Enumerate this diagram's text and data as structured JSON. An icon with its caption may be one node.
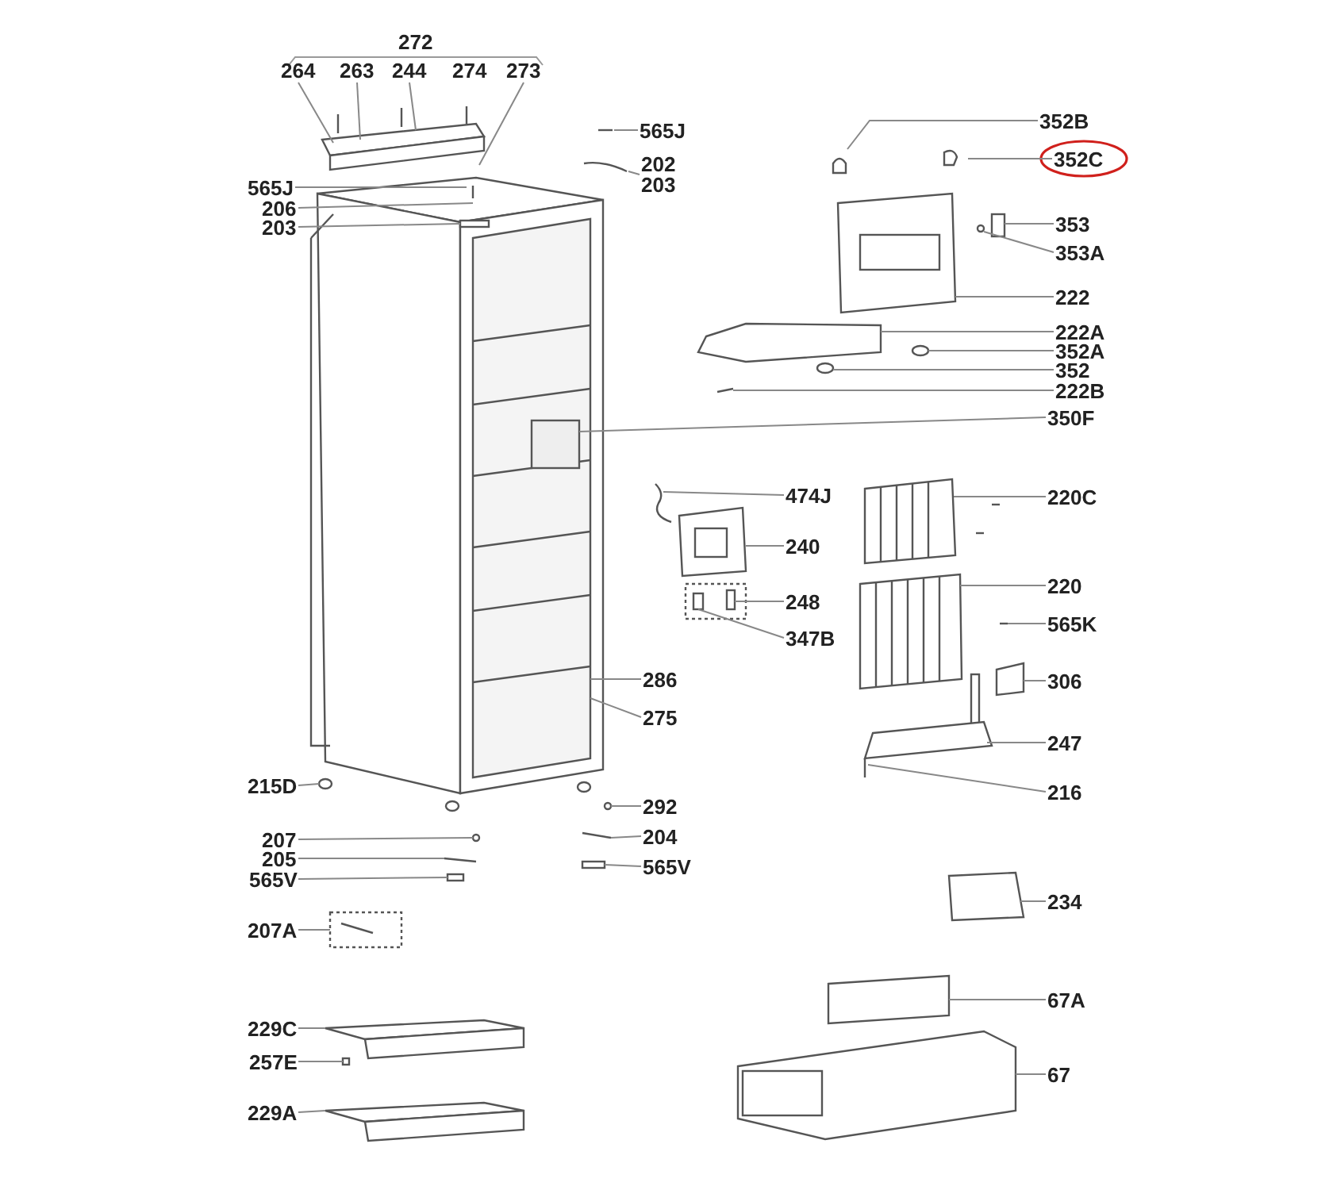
{
  "diagram": {
    "nodes": [
      {
        "text": [
          "264"
        ]
      },
      {
        "text": [
          "263"
        ]
      },
      {
        "text": [
          "244"
        ]
      },
      {
        "text": [
          "273"
        ]
      },
      {
        "text": [
          "565J"
        ]
      },
      {
        "text": [
          "202",
          "203"
        ]
      },
      {
        "text": [
          "565J"
        ]
      },
      {
        "text": [
          "206"
        ]
      },
      {
        "text": [
          "203"
        ]
      },
      {
        "text": [
          "352B"
        ]
      },
      {
        "text": [
          "352C"
        ]
      },
      {
        "text": [
          "353"
        ]
      },
      {
        "text": [
          "353A"
        ]
      },
      {
        "text": [
          "222"
        ]
      },
      {
        "text": [
          "222A"
        ]
      },
      {
        "text": [
          "352A"
        ]
      },
      {
        "text": [
          "352"
        ]
      },
      {
        "text": [
          "222B"
        ]
      },
      {
        "text": [
          "350F"
        ]
      },
      {
        "text": [
          "474J"
        ]
      },
      {
        "text": [
          "240"
        ]
      },
      {
        "text": [
          "220C"
        ]
      },
      {
        "text": [
          "248"
        ]
      },
      {
        "text": [
          "347B"
        ]
      },
      {
        "text": [
          "220"
        ]
      },
      {
        "text": [
          "565K"
        ]
      },
      {
        "text": [
          "286"
        ]
      },
      {
        "text": [
          "306"
        ]
      },
      {
        "text": [
          "275"
        ]
      },
      {
        "text": [
          "247"
        ]
      },
      {
        "text": [
          "215D"
        ]
      },
      {
        "text": [
          "216"
        ]
      },
      {
        "text": [
          "292"
        ]
      },
      {
        "text": [
          "207"
        ]
      },
      {
        "text": [
          "204"
        ]
      },
      {
        "text": [
          "205"
        ]
      },
      {
        "text": [
          "565V"
        ]
      },
      {
        "text": [
          "565V"
        ]
      },
      {
        "text": [
          "234"
        ]
      },
      {
        "text": [
          "207A"
        ]
      },
      {
        "text": [
          "67A"
        ]
      },
      {
        "text": [
          "229C"
        ]
      },
      {
        "text": [
          "257E"
        ]
      },
      {
        "text": [
          "67"
        ]
      },
      {
        "text": [
          "229A"
        ]
      }
    ],
    "edges": [
      {
        "from": 0,
        "to": null,
        "arrow": "none"
      },
      {
        "from": 1,
        "to": null,
        "arrow": "none"
      },
      {
        "from": 2,
        "to": null,
        "arrow": "none"
      },
      {
        "from": 3,
        "to": null,
        "arrow": "none"
      },
      {
        "from": 4,
        "to": null,
        "arrow": "none"
      },
      {
        "from": 5,
        "to": null,
        "arrow": "none"
      },
      {
        "from": 6,
        "to": null,
        "arrow": "none"
      },
      {
        "from": 7,
        "to": null,
        "arrow": "none"
      },
      {
        "from": 8,
        "to": null,
        "arrow": "none"
      },
      {
        "from": 9,
        "to": null,
        "arrow": "none"
      },
      {
        "from": 10,
        "to": null,
        "arrow": "none"
      },
      {
        "from": 11,
        "to": null,
        "arrow": "none"
      },
      {
        "from": 12,
        "to": null,
        "arrow": "none"
      },
      {
        "from": 13,
        "to": null,
        "arrow": "none"
      },
      {
        "from": 14,
        "to": null,
        "arrow": "none"
      },
      {
        "from": 15,
        "to": null,
        "arrow": "none"
      },
      {
        "from": 16,
        "to": null,
        "arrow": "none"
      },
      {
        "from": 17,
        "to": null,
        "arrow": "none"
      },
      {
        "from": 18,
        "to": null,
        "arrow": "none"
      },
      {
        "from": 19,
        "to": null,
        "arrow": "none"
      },
      {
        "from": 20,
        "to": null,
        "arrow": "none"
      },
      {
        "from": 21,
        "to": null,
        "arrow": "none"
      },
      {
        "from": 22,
        "to": null,
        "arrow": "none"
      },
      {
        "from": 23,
        "to": null,
        "arrow": "none"
      },
      {
        "from": 24,
        "to": null,
        "arrow": "none"
      },
      {
        "from": 25,
        "to": null,
        "arrow": "none"
      },
      {
        "from": 26,
        "to": null,
        "arrow": "none"
      },
      {
        "from": 27,
        "to": null,
        "arrow": "none"
      },
      {
        "from": 28,
        "to": null,
        "arrow": "none"
      },
      {
        "from": 29,
        "to": null,
        "arrow": "none"
      },
      {
        "from": 30,
        "to": null,
        "arrow": "none"
      },
      {
        "from": 31,
        "to": null,
        "arrow": "none"
      },
      {
        "from": 32,
        "to": null,
        "arrow": "none"
      },
      {
        "from": 33,
        "to": null,
        "arrow": "none"
      },
      {
        "from": 34,
        "to": null,
        "arrow": "none"
      },
      {
        "from": 35,
        "to": null,
        "arrow": "none"
      },
      {
        "from": 36,
        "to": null,
        "arrow": "none"
      },
      {
        "from": 37,
        "to": null,
        "arrow": "none"
      },
      {
        "from": 38,
        "to": null,
        "arrow": "none"
      },
      {
        "from": 39,
        "to": null,
        "arrow": "none"
      },
      {
        "from": 40,
        "to": null,
        "arrow": "none"
      },
      {
        "from": 41,
        "to": null,
        "arrow": "none"
      },
      {
        "from": 42,
        "to": null,
        "arrow": "none"
      },
      {
        "from": 43,
        "to": null,
        "arrow": "none"
      },
      {
        "from": 44,
        "to": null,
        "arrow": "none"
      }
    ],
    "labels": [
      "272",
      "274"
    ]
  }
}
